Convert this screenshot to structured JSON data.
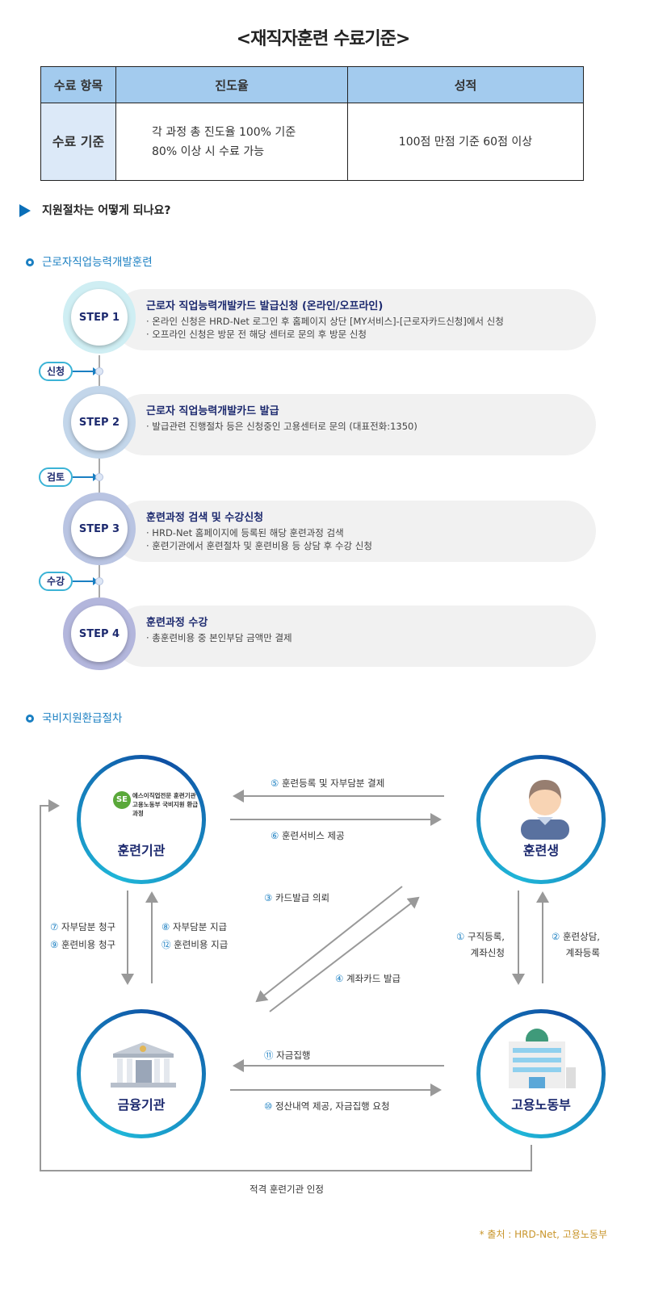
{
  "title": "<재직자훈련 수료기준>",
  "criteria_table": {
    "headers": [
      "수료 항목",
      "진도율",
      "성적"
    ],
    "row_label": "수료 기준",
    "progress_lines": [
      "각 과정 총 진도율 100% 기준",
      "80% 이상 시 수료 가능"
    ],
    "score": "100점 만점 기준 60점 이상"
  },
  "question": "지원절차는 어떻게 되나요?",
  "section1": "근로자직업능력개발훈련",
  "steps": [
    {
      "label": "STEP 1",
      "title": "근로자 직업능력개발카드 발급신청 (온라인/오프라인)",
      "lines": [
        "· 온라인 신청은 HRD-Net 로그인 후 홈페이지 상단 [MY서비스]-[근로자카드신청]에서 신청",
        "· 오프라인 신청은 방문 전 해당 센터로 문의 후 방문 신청"
      ],
      "ring": "#cfeef3"
    },
    {
      "label": "STEP 2",
      "title": "근로자 직업능력개발카드 발급",
      "lines": [
        "· 발급관련 진행절차 등은 신청중인 고용센터로 문의 (대표전화:1350)"
      ],
      "ring": "#c3d6ea"
    },
    {
      "label": "STEP 3",
      "title": "훈련과정 검색 및 수강신청",
      "lines": [
        "· HRD-Net 홈페이지에 등록된 해당 훈련과정 검색",
        "· 훈련기관에서 훈련절차 및 훈련비용 등 상담 후 수강 신청"
      ],
      "ring": "#b9c4e2"
    },
    {
      "label": "STEP 4",
      "title": "훈련과정 수강",
      "lines": [
        "· 총훈련비용 중 본인부담 금액만 결제"
      ],
      "ring": "#b3b6dc"
    }
  ],
  "tags": [
    "신청",
    "검토",
    "수강"
  ],
  "section2": "국비지원환급절차",
  "nodes": {
    "institute": "훈련기관",
    "trainee": "훈련생",
    "bank": "금융기관",
    "ministry": "고용노동부",
    "logo_text": [
      "에스이직업전문 훈련기관",
      "고용노동부 국비지원 환급과정"
    ],
    "logo_mark": "SE"
  },
  "flows": {
    "f5": [
      "⑤",
      "훈련등록 및 자부담분 결제"
    ],
    "f6": [
      "⑥",
      "훈련서비스 제공"
    ],
    "f3": [
      "③",
      "카드발급 의뢰"
    ],
    "f4": [
      "④",
      "계좌카드 발급"
    ],
    "f7": [
      "⑦",
      "자부담분 청구"
    ],
    "f9": [
      "⑨",
      "훈련비용 청구"
    ],
    "f8": [
      "⑧",
      "자부담분 지급"
    ],
    "f12": [
      "⑫",
      "훈련비용 지급"
    ],
    "f1": [
      "①",
      "구직등록,",
      "계좌신청"
    ],
    "f2": [
      "②",
      "훈련상담,",
      "계좌등록"
    ],
    "f11": [
      "⑪",
      "자금집행"
    ],
    "f10": [
      "⑩",
      "정산내역 제공, 자금집행 요청"
    ]
  },
  "footer": "적격 훈련기관 인정",
  "source": "* 출처 : HRD-Net, 고용노동부"
}
